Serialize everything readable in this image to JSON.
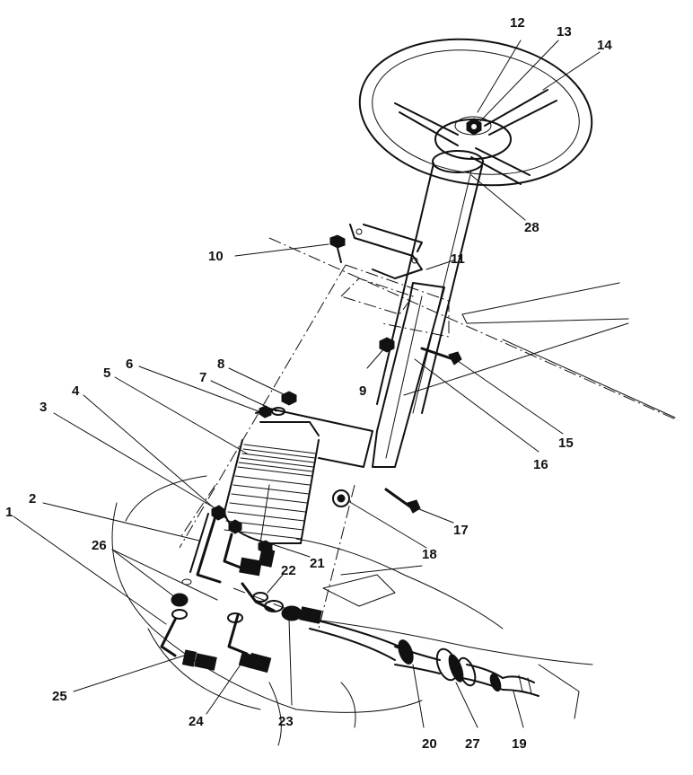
{
  "colors": {
    "ink": "#111111",
    "paper": "#ffffff"
  },
  "labels": {
    "p1": "1",
    "p2": "2",
    "p3": "3",
    "p4": "4",
    "p5": "5",
    "p6": "6",
    "p7": "7",
    "p8": "8",
    "p9": "9",
    "p10": "10",
    "p11": "11",
    "p12": "12",
    "p13": "13",
    "p14": "14",
    "p15": "15",
    "p16": "16",
    "p17": "17",
    "p18": "18",
    "p19": "19",
    "p20": "20",
    "p21": "21",
    "p22": "22",
    "p23": "23",
    "p24": "24",
    "p25": "25",
    "p26": "26",
    "p27": "27",
    "p28": "28"
  }
}
